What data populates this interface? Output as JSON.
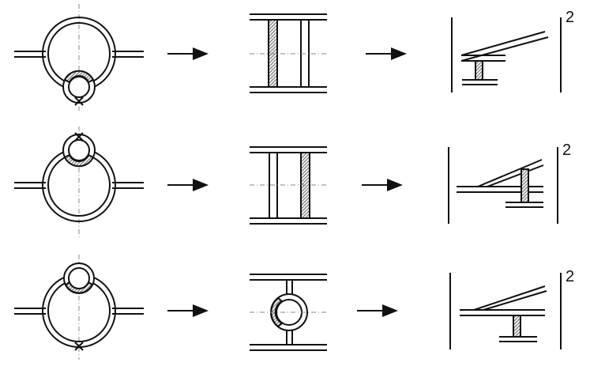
{
  "figure": {
    "rows": [
      {
        "id": "row-1",
        "exponent": "2"
      },
      {
        "id": "row-2",
        "exponent": "2"
      },
      {
        "id": "row-3",
        "exponent": "2"
      }
    ],
    "colors": {
      "line": "#111111",
      "hatch": "#333333",
      "axis": "#888888",
      "background": "#ffffff"
    }
  }
}
